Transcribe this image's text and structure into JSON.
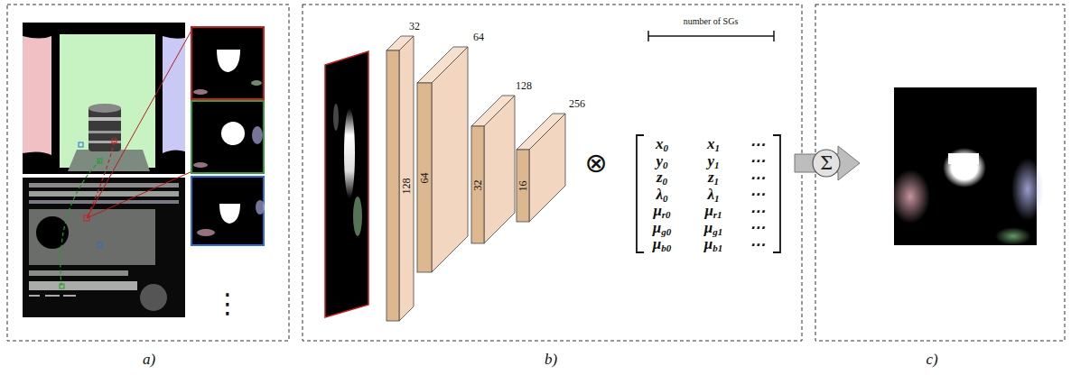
{
  "diagram": {
    "nodes": [
      {
        "text": [
          "32",
          "128"
        ]
      },
      {
        "text": [
          "64",
          "64"
        ]
      },
      {
        "text": [
          "128",
          "32"
        ]
      },
      {
        "text": [
          "256",
          "16"
        ]
      },
      {
        "text": [
          "Σ"
        ]
      }
    ],
    "labels": [
      "a)",
      "⋮",
      "b)",
      "⊗",
      "number of SGs",
      "x0",
      "x1",
      "⋯",
      "y0",
      "y1",
      "⋯",
      "z0",
      "z1",
      "⋯",
      "λ0",
      "λ1",
      "⋯",
      "μr0",
      "μr1",
      "⋯",
      "μg0",
      "μg1",
      "⋯",
      "μb0",
      "μb1",
      "⋯",
      "c)"
    ]
  }
}
